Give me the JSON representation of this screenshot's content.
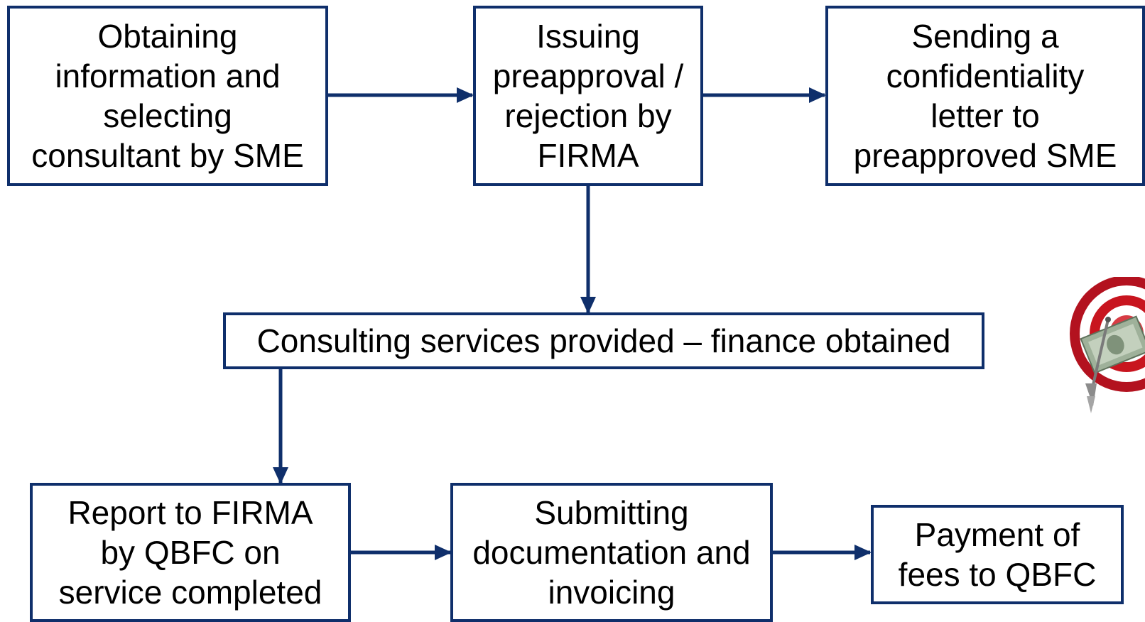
{
  "colors": {
    "box_border": "#0f2f6b",
    "arrow": "#0f2f6b",
    "text": "#000000"
  },
  "steps": {
    "obtaining": "Obtaining\ninformation and\nselecting\nconsultant by SME",
    "issuing": "Issuing\npreapproval /\nrejection by\nFIRMA",
    "sending": "Sending a\nconfidentiality\nletter to\npreapproved SME",
    "consulting": "Consulting services provided – finance obtained",
    "report": "Report to FIRMA\nby QBFC on\nservice completed",
    "submitting": "Submitting\ndocumentation and\ninvoicing",
    "payment": "Payment of\nfees to QBFC"
  },
  "decoration": {
    "icon": "target-with-money-dart-icon"
  }
}
